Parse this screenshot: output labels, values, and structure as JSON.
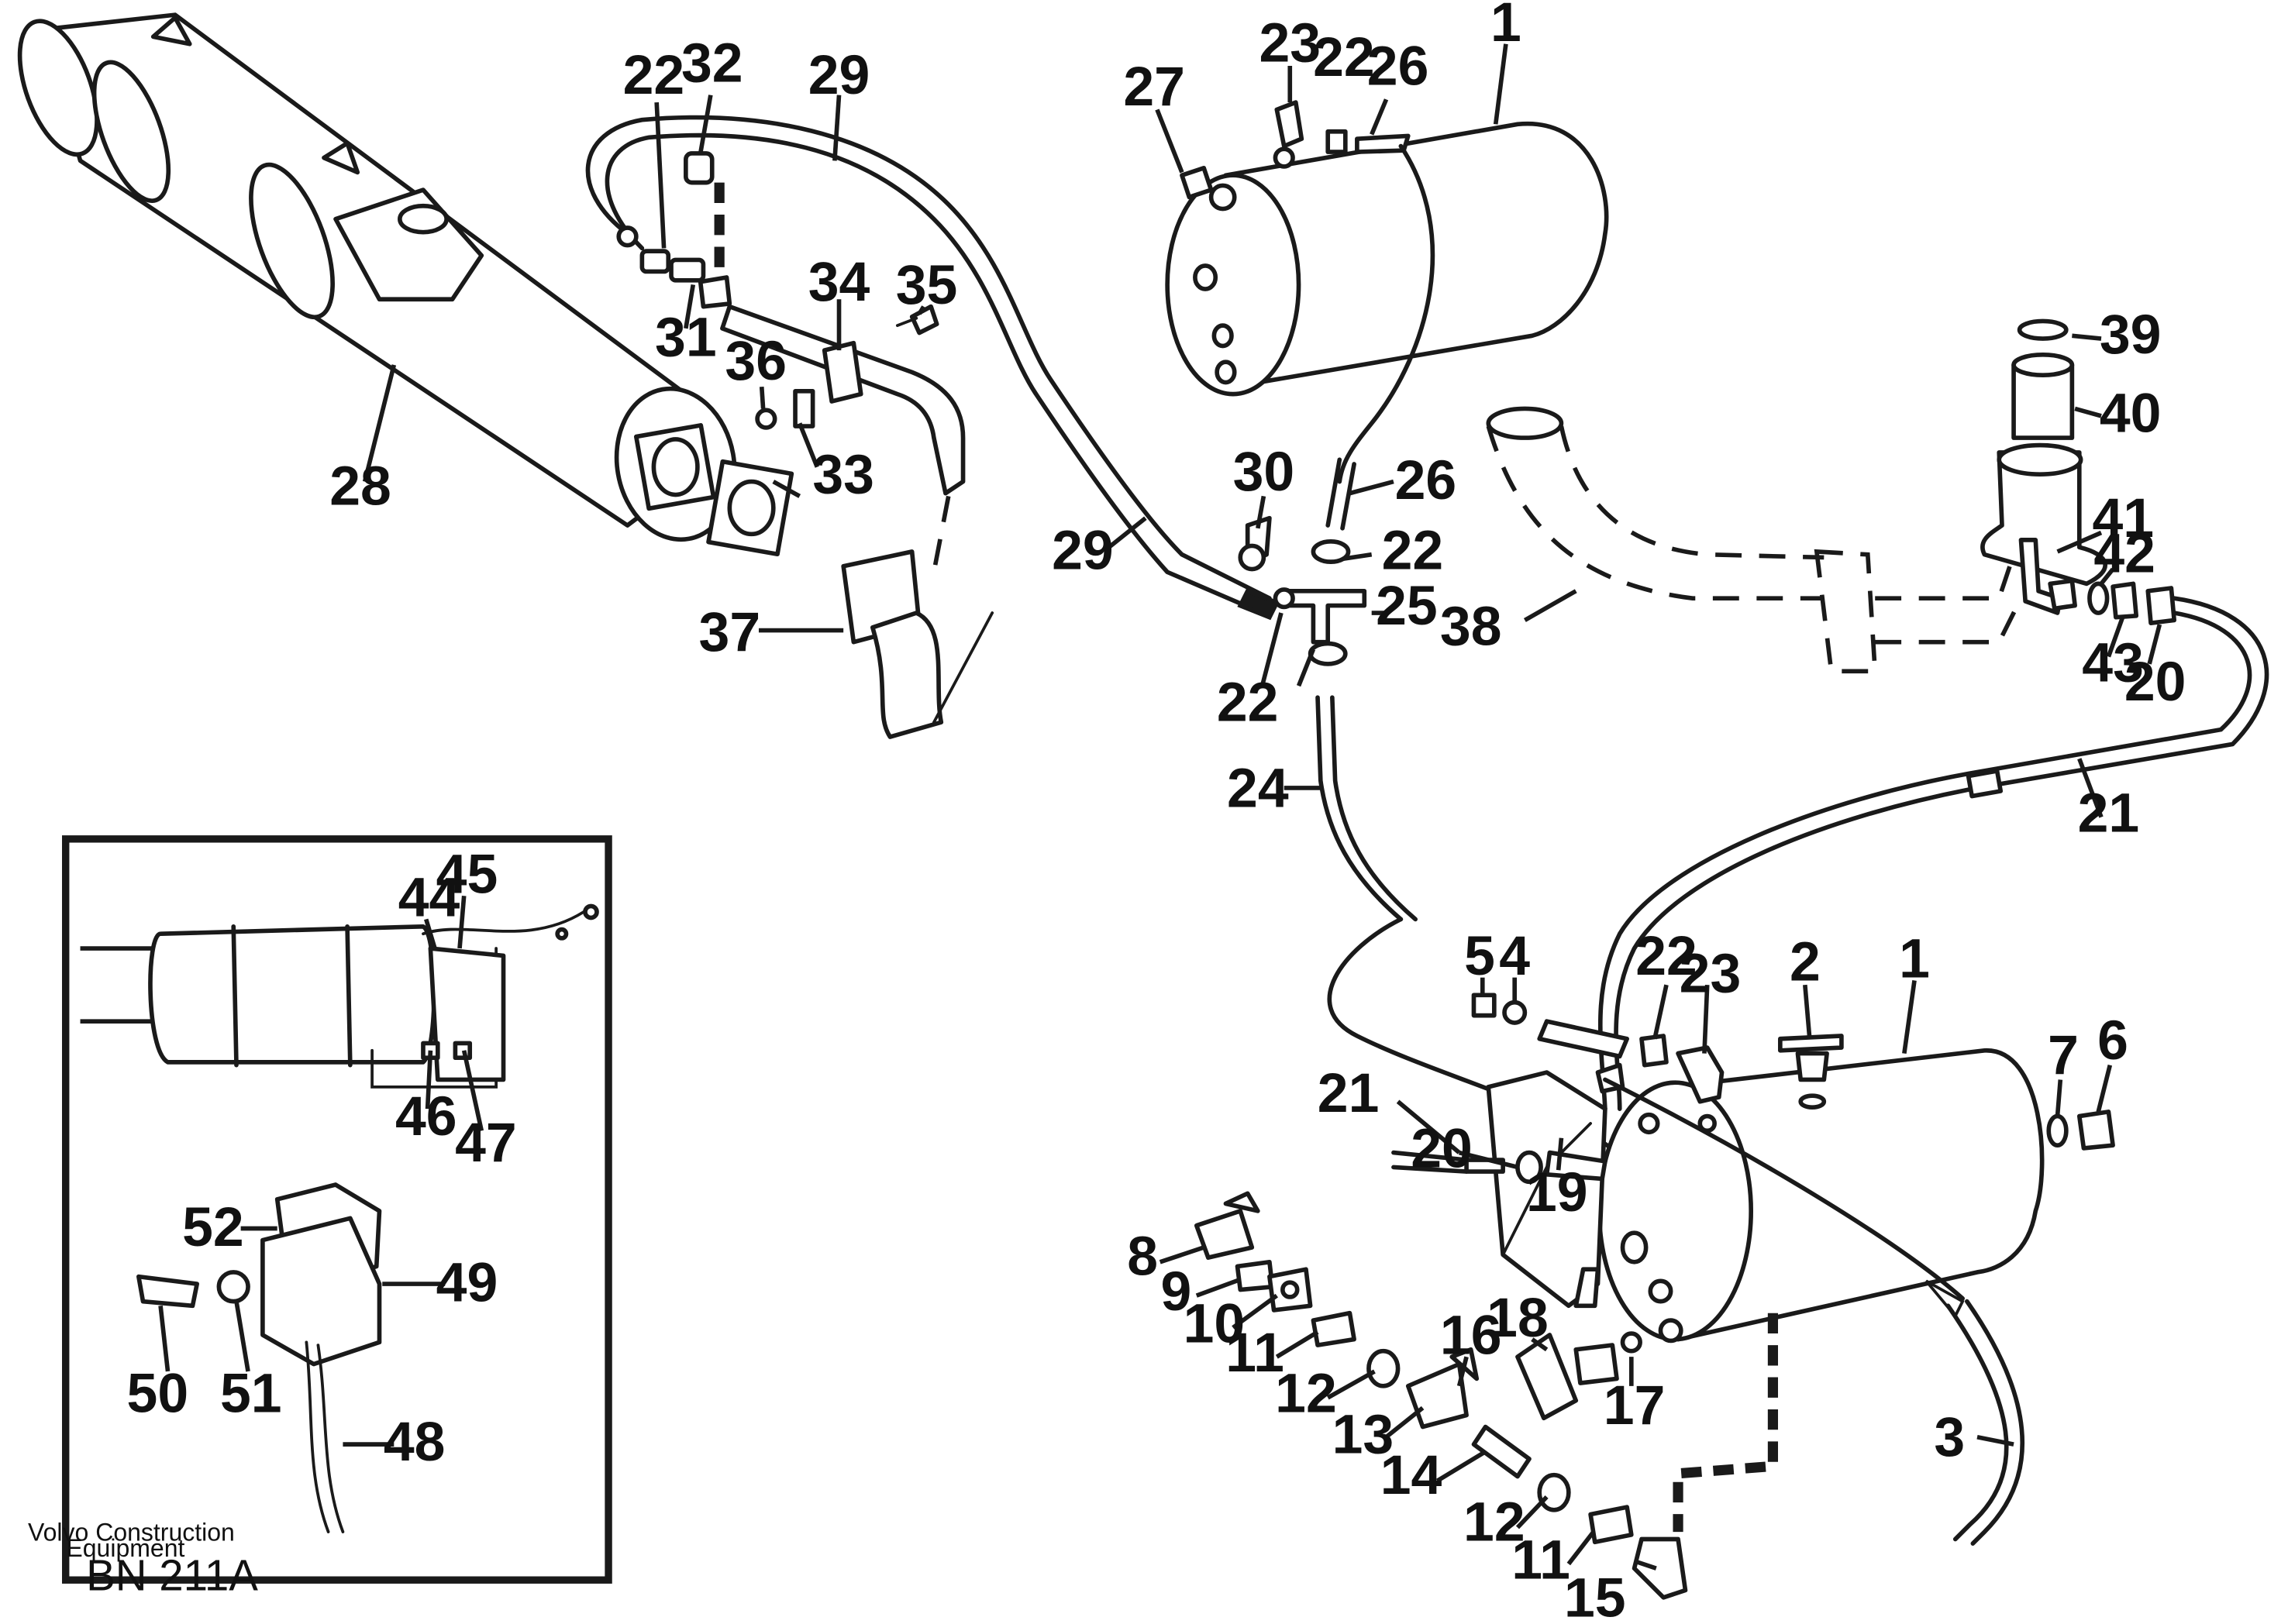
{
  "callouts": [
    {
      "id": "c1a",
      "text": "1"
    },
    {
      "id": "c1b",
      "text": "1"
    },
    {
      "id": "c2",
      "text": "2"
    },
    {
      "id": "c3",
      "text": "3"
    },
    {
      "id": "c4",
      "text": "4"
    },
    {
      "id": "c5",
      "text": "5"
    },
    {
      "id": "c6",
      "text": "6"
    },
    {
      "id": "c7",
      "text": "7"
    },
    {
      "id": "c8",
      "text": "8"
    },
    {
      "id": "c9",
      "text": "9"
    },
    {
      "id": "c10",
      "text": "10"
    },
    {
      "id": "c11a",
      "text": "11"
    },
    {
      "id": "c11b",
      "text": "11"
    },
    {
      "id": "c12a",
      "text": "12"
    },
    {
      "id": "c12b",
      "text": "12"
    },
    {
      "id": "c13",
      "text": "13"
    },
    {
      "id": "c14",
      "text": "14"
    },
    {
      "id": "c15",
      "text": "15"
    },
    {
      "id": "c16",
      "text": "16"
    },
    {
      "id": "c17",
      "text": "17"
    },
    {
      "id": "c18",
      "text": "18"
    },
    {
      "id": "c19",
      "text": "19"
    },
    {
      "id": "c20a",
      "text": "20"
    },
    {
      "id": "c20b",
      "text": "20"
    },
    {
      "id": "c21a",
      "text": "21"
    },
    {
      "id": "c21b",
      "text": "21"
    },
    {
      "id": "c22a",
      "text": "22"
    },
    {
      "id": "c22b",
      "text": "22"
    },
    {
      "id": "c22c",
      "text": "22"
    },
    {
      "id": "c22d",
      "text": "22"
    },
    {
      "id": "c22e",
      "text": "22"
    },
    {
      "id": "c23a",
      "text": "23"
    },
    {
      "id": "c23b",
      "text": "23"
    },
    {
      "id": "c24",
      "text": "24"
    },
    {
      "id": "c25",
      "text": "25"
    },
    {
      "id": "c26a",
      "text": "26"
    },
    {
      "id": "c26b",
      "text": "26"
    },
    {
      "id": "c27",
      "text": "27"
    },
    {
      "id": "c28",
      "text": "28"
    },
    {
      "id": "c29a",
      "text": "29"
    },
    {
      "id": "c29b",
      "text": "29"
    },
    {
      "id": "c30",
      "text": "30"
    },
    {
      "id": "c31",
      "text": "31"
    },
    {
      "id": "c32",
      "text": "32"
    },
    {
      "id": "c33",
      "text": "33"
    },
    {
      "id": "c34",
      "text": "34"
    },
    {
      "id": "c35",
      "text": "35"
    },
    {
      "id": "c36",
      "text": "36"
    },
    {
      "id": "c37",
      "text": "37"
    },
    {
      "id": "c38",
      "text": "38"
    },
    {
      "id": "c39",
      "text": "39"
    },
    {
      "id": "c40",
      "text": "40"
    },
    {
      "id": "c41",
      "text": "41"
    },
    {
      "id": "c42",
      "text": "42"
    },
    {
      "id": "c43",
      "text": "43"
    },
    {
      "id": "c44",
      "text": "44"
    },
    {
      "id": "c45",
      "text": "45"
    },
    {
      "id": "c46",
      "text": "46"
    },
    {
      "id": "c47",
      "text": "47"
    },
    {
      "id": "c48",
      "text": "48"
    },
    {
      "id": "c49",
      "text": "49"
    },
    {
      "id": "c50",
      "text": "50"
    },
    {
      "id": "c51",
      "text": "51"
    },
    {
      "id": "c52",
      "text": "52"
    }
  ],
  "footer": {
    "maker_line1": "Volvo Construction",
    "maker_line2": "Equipment",
    "doc_ref": "BN 211A"
  }
}
